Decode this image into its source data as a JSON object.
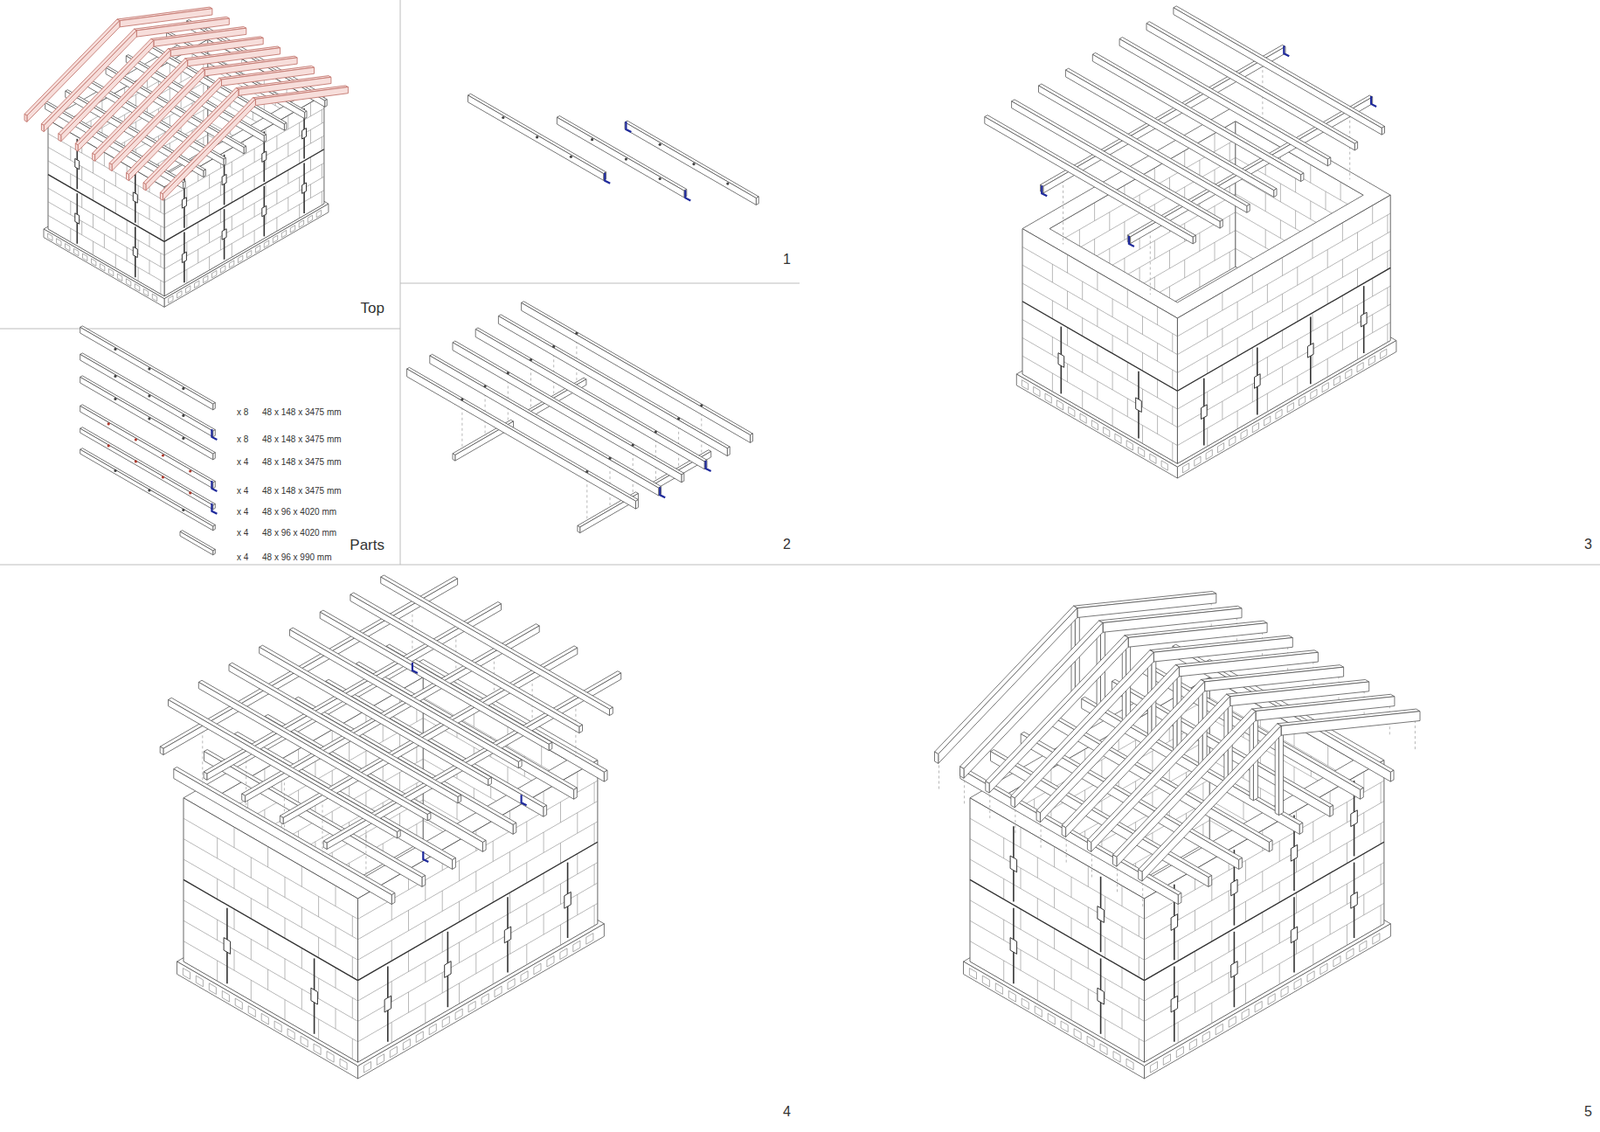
{
  "diagram": {
    "labels": [
      "Top",
      "1",
      "x 8",
      "48 x 148 x 3475 mm",
      "x 8",
      "48 x 148 x 3475 mm",
      "x 4",
      "48 x 148 x 3475 mm",
      "x 4",
      "48 x 148 x 3475 mm",
      "x 4",
      "48 x 96 x 4020 mm",
      "x 4",
      "48 x 96 x 4020 mm",
      "x 4",
      "48 x 96 x 990 mm",
      "Parts",
      "2",
      "3",
      "4",
      "5"
    ]
  }
}
